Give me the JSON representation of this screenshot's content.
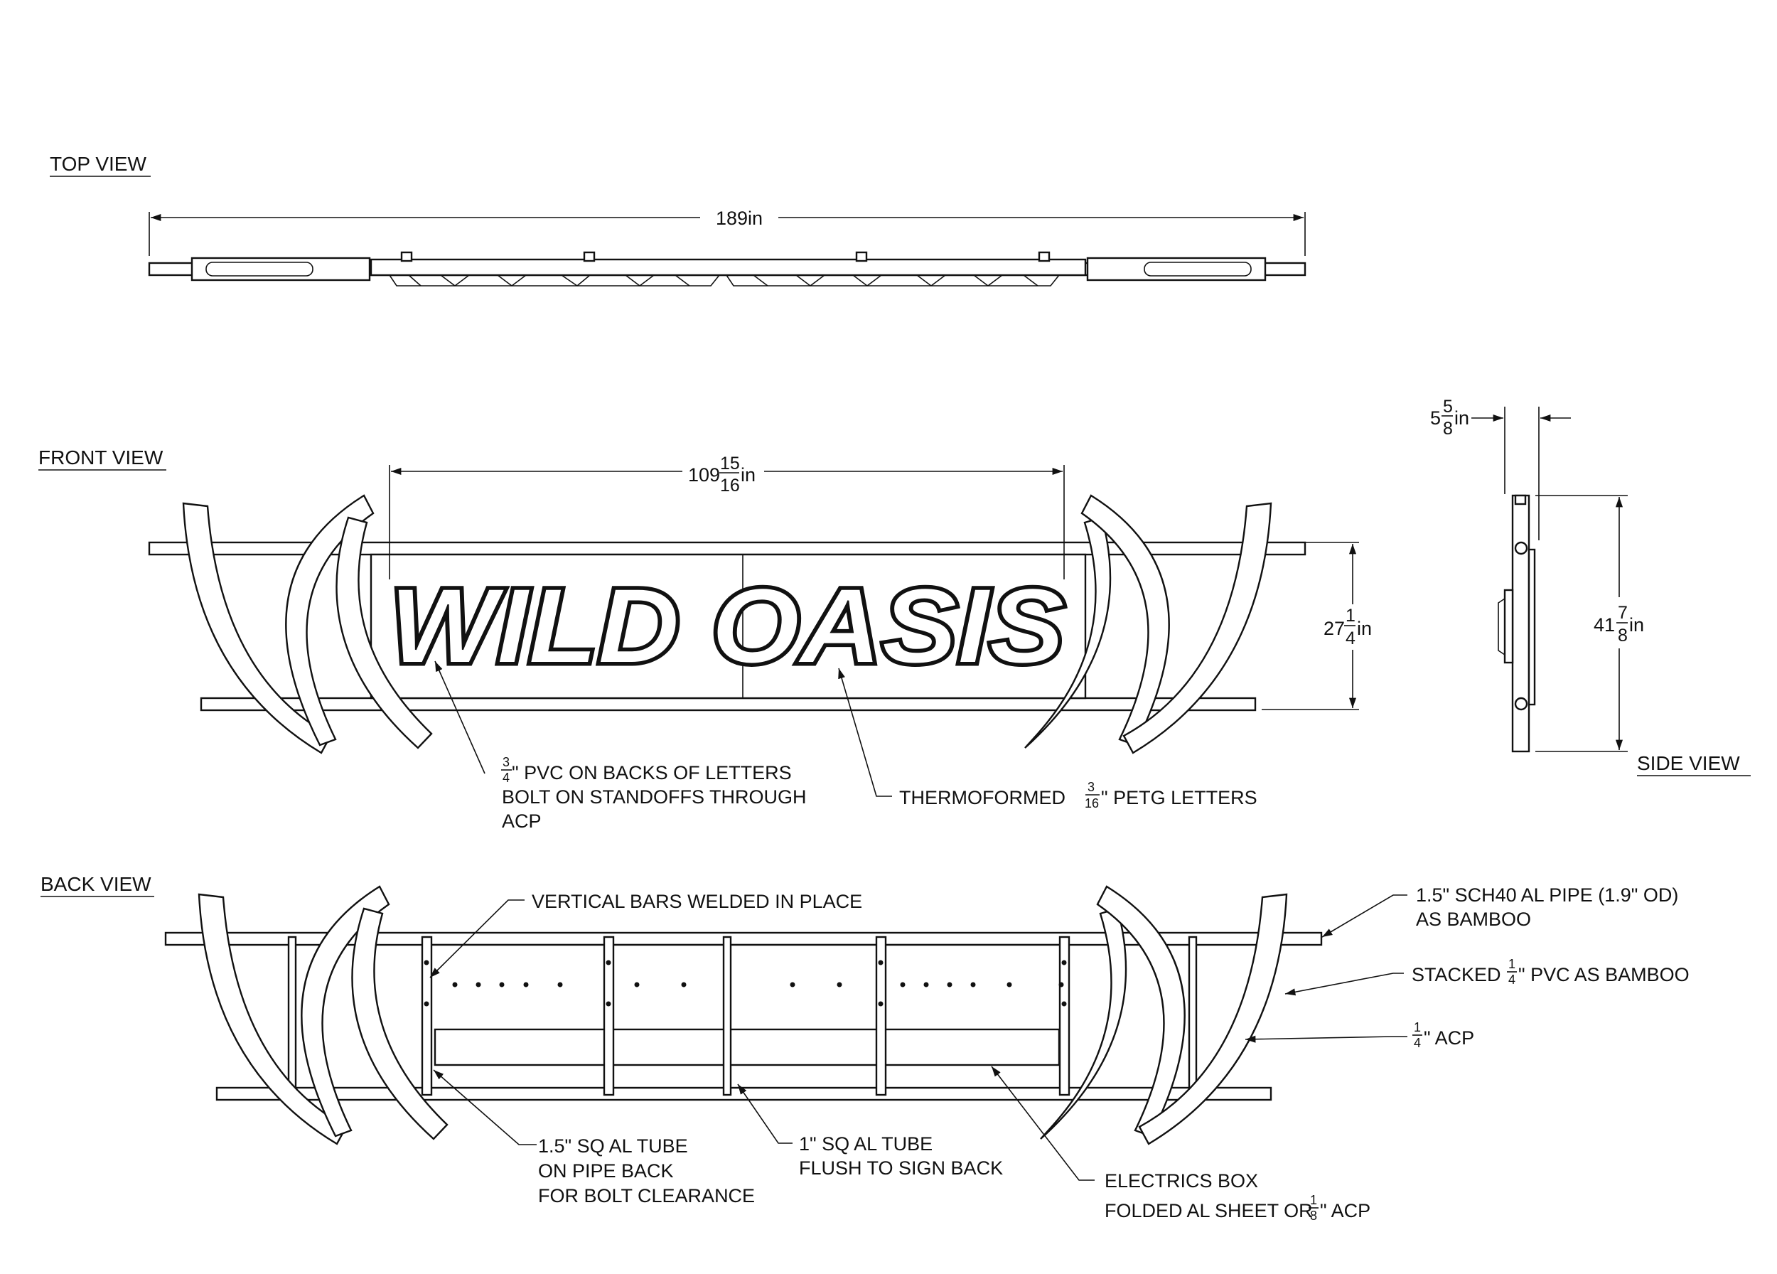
{
  "views": {
    "top": "TOP VIEW",
    "front": "FRONT VIEW",
    "back": "BACK VIEW",
    "side": "SIDE VIEW"
  },
  "sign_text": "WILD OASIS",
  "dimensions": {
    "overall_width": "189in",
    "letters_width": {
      "whole": "109",
      "num": "15",
      "den": "16",
      "unit": "in"
    },
    "panel_height": {
      "whole": "27",
      "num": "1",
      "den": "4",
      "unit": "in"
    },
    "side_depth": {
      "whole": "5",
      "num": "5",
      "den": "8",
      "unit": "in"
    },
    "side_height": {
      "whole": "41",
      "num": "7",
      "den": "8",
      "unit": "in"
    }
  },
  "callouts": {
    "pvc_backs": {
      "num": "3",
      "den": "4",
      "line1_rest": "\" PVC ON BACKS OF LETTERS",
      "line2": "BOLT ON STANDOFFS THROUGH",
      "line3": "ACP"
    },
    "petg": {
      "pre": "THERMOFORMED ",
      "num": "3",
      "den": "16",
      "post": "\" PETG LETTERS"
    },
    "vertical_bars": "VERTICAL BARS WELDED IN PLACE",
    "pipe": {
      "line1": "1.5\" SCH40 AL PIPE (1.9\" OD)",
      "line2": "AS BAMBOO"
    },
    "stacked_pvc": {
      "pre": "STACKED ",
      "num": "1",
      "den": "4",
      "post": "\" PVC AS BAMBOO"
    },
    "acp": {
      "num": "1",
      "den": "4",
      "post": "\" ACP"
    },
    "sq_tube_15": {
      "line1": "1.5\" SQ AL TUBE",
      "line2": "ON PIPE BACK",
      "line3": "FOR BOLT CLEARANCE"
    },
    "sq_tube_1": {
      "line1": "1\" SQ AL TUBE",
      "line2": "FLUSH TO SIGN BACK"
    },
    "electrics": {
      "line1": "ELECTRICS BOX",
      "line2_pre": "FOLDED AL SHEET OR ",
      "num": "1",
      "den": "8",
      "line2_post": "\" ACP"
    }
  }
}
